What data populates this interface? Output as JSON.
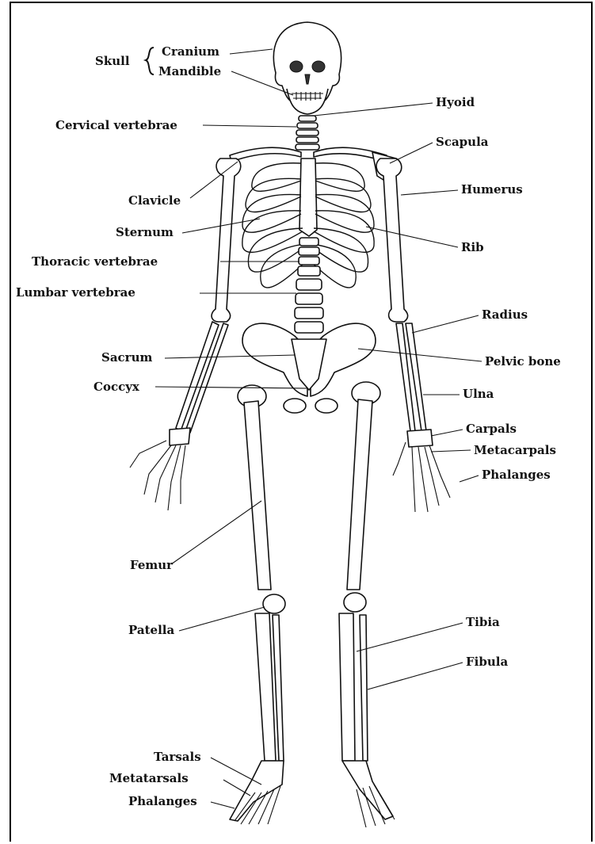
{
  "labels": {
    "skull": "Skull",
    "cranium": "Cranium",
    "mandible": "Mandible",
    "hyoid": "Hyoid",
    "cervical_vertebrae": "Cervical vertebrae",
    "scapula": "Scapula",
    "clavicle": "Clavicle",
    "humerus": "Humerus",
    "sternum": "Sternum",
    "rib": "Rib",
    "thoracic_vertebrae": "Thoracic vertebrae",
    "lumbar_vertebrae": "Lumbar vertebrae",
    "radius": "Radius",
    "sacrum": "Sacrum",
    "pelvic_bone": "Pelvic bone",
    "coccyx": "Coccyx",
    "ulna": "Ulna",
    "carpals": "Carpals",
    "metacarpals": "Metacarpals",
    "phalanges_hand": "Phalanges",
    "femur": "Femur",
    "patella": "Patella",
    "tibia": "Tibia",
    "fibula": "Fibula",
    "tarsals": "Tarsals",
    "metatarsals": "Metatarsals",
    "phalanges_foot": "Phalanges"
  }
}
